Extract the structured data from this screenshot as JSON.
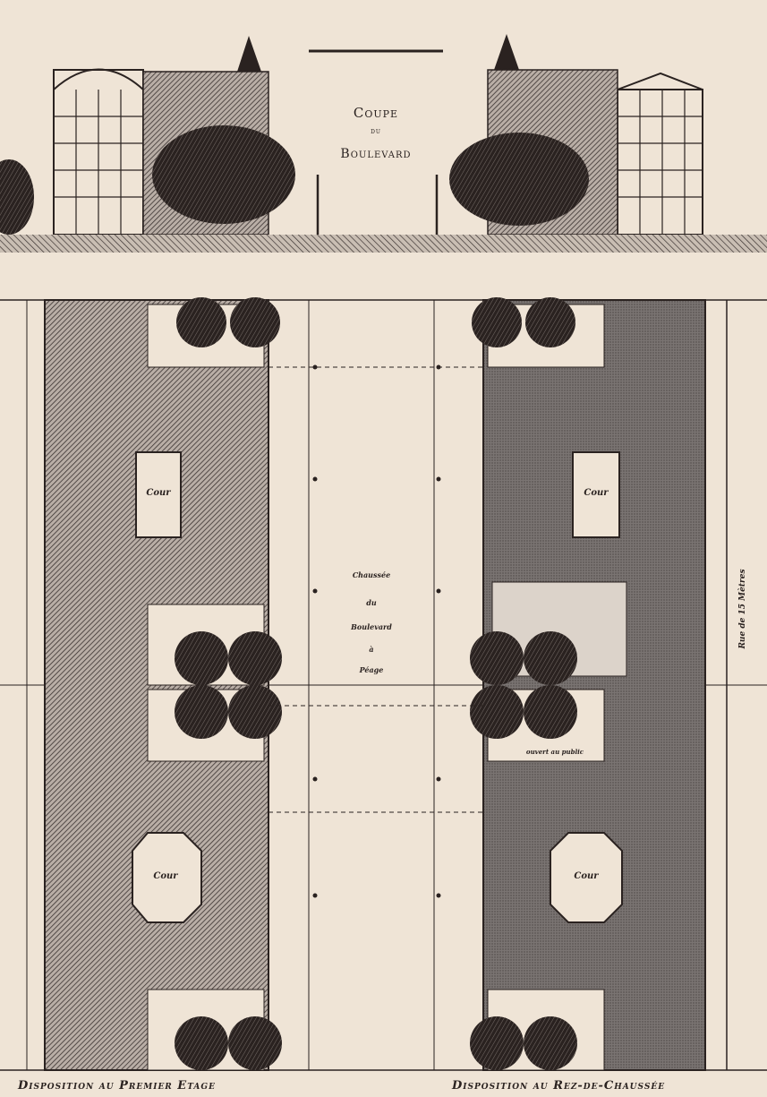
{
  "section": {
    "title": "Coupe",
    "of": "du",
    "name": "Boulevard"
  },
  "road": {
    "line1": "Chaussée",
    "line2": "du",
    "line3": "Boulevard",
    "line4": "à",
    "line5": "Péage"
  },
  "side_street": "Rue de 15 Mètres",
  "courtyards": {
    "left_upper": "Cour",
    "left_lower": "Cour",
    "right_upper": "Cour",
    "right_lower": "Cour"
  },
  "garden_note": "ouvert au public",
  "captions": {
    "left": "Disposition au Premier Etage",
    "right": "Disposition au Rez-de-Chaussée"
  },
  "colors": {
    "paper": "#efe4d6",
    "ink": "#2a2220",
    "fill": "#6b6563"
  }
}
